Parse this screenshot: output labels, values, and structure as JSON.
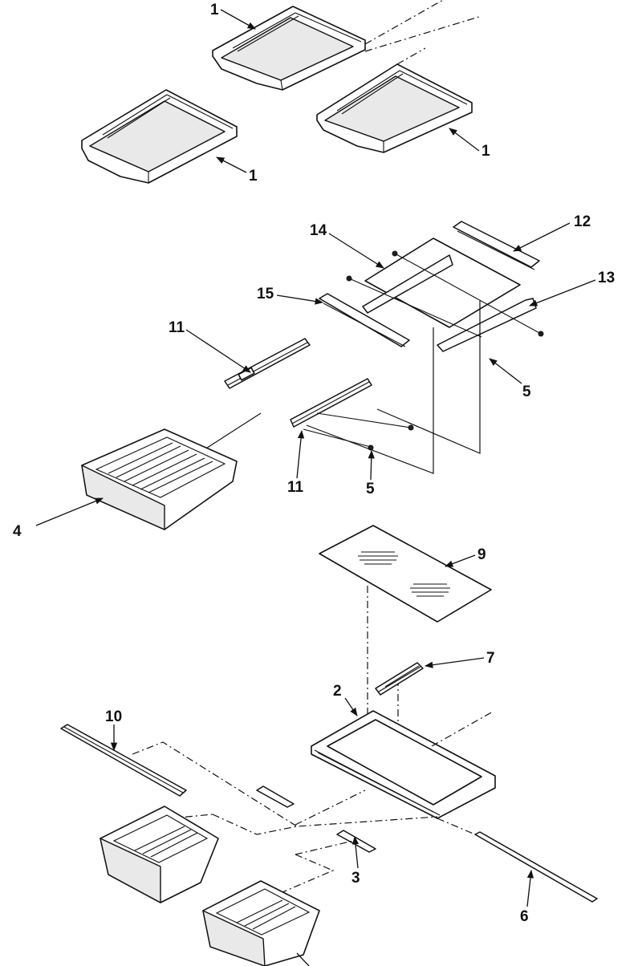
{
  "callouts": {
    "c1a": "1",
    "c1b": "1",
    "c1c": "1",
    "c12": "12",
    "c14": "14",
    "c13": "13",
    "c15": "15",
    "c11a": "11",
    "c5a": "5",
    "c11b": "11",
    "c5b": "5",
    "c4": "4",
    "c9": "9",
    "c7": "7",
    "c2": "2",
    "c10": "10",
    "c3": "3",
    "c6": "6"
  },
  "colors": {
    "line": "#111111",
    "background": "#ffffff"
  }
}
